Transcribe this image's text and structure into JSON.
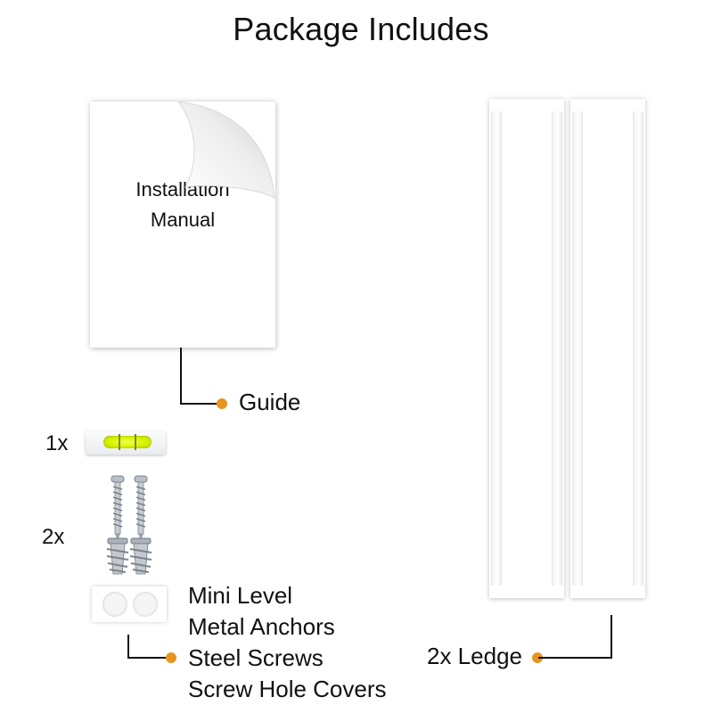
{
  "title": "Package Includes",
  "manual": {
    "line1": "Installation",
    "line2": "Manual"
  },
  "labels": {
    "guide": "Guide",
    "ledge": "2x Ledge",
    "qty_level": "1x",
    "qty_hardware": "2x"
  },
  "hardware_list": [
    "Mini Level",
    "Metal Anchors",
    "Steel Screws",
    "Screw Hole Covers"
  ],
  "colors": {
    "accent_dot": "#e8951f",
    "level_vial": "#d6f200",
    "line": "#111111"
  }
}
